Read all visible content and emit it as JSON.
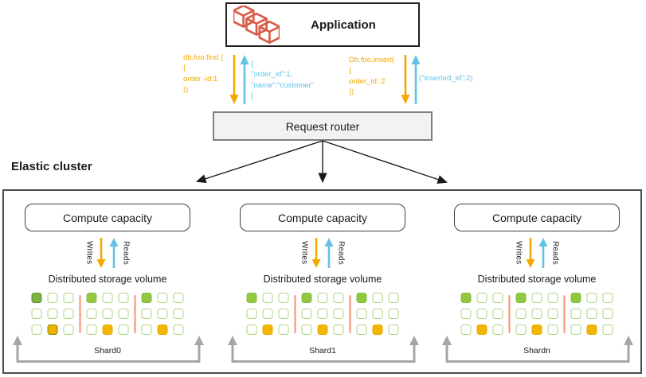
{
  "application": {
    "label": "Application",
    "icon": "application-cubes-icon"
  },
  "queries": {
    "find_request": "db.foo.find (\n{\norder -id:1\n))",
    "find_response": "{\n\"order_id\":1,\n\"name\":\"customer\"\n}",
    "insert_request": "Db.foo.insert(\n{\norder_id: 2\n))",
    "insert_response": "(\"inserted_id\":2)"
  },
  "router": {
    "label": "Request router"
  },
  "cluster": {
    "label": "Elastic cluster",
    "columns": [
      {
        "compute_label": "Compute capacity",
        "writes_label": "Writes",
        "reads_label": "Reads",
        "storage_label": "Distributed storage volume",
        "shard_label": "Shard0",
        "grid": [
          [
            [
              "gd",
              "e",
              "e"
            ],
            [
              "e",
              "e",
              "e"
            ],
            [
              "e",
              "yd",
              "e"
            ]
          ],
          [
            [
              "g",
              "e",
              "e"
            ],
            [
              "e",
              "e",
              "e"
            ],
            [
              "e",
              "y",
              "e"
            ]
          ],
          [
            [
              "g",
              "e",
              "e"
            ],
            [
              "e",
              "e",
              "e"
            ],
            [
              "e",
              "y",
              "e"
            ]
          ]
        ]
      },
      {
        "compute_label": "Compute capacity",
        "writes_label": "Writes",
        "reads_label": "Reads",
        "storage_label": "Distributed storage volume",
        "shard_label": "Shard1",
        "grid": [
          [
            [
              "g",
              "e",
              "e"
            ],
            [
              "e",
              "e",
              "e"
            ],
            [
              "e",
              "y",
              "e"
            ]
          ],
          [
            [
              "g",
              "e",
              "e"
            ],
            [
              "e",
              "e",
              "e"
            ],
            [
              "e",
              "y",
              "e"
            ]
          ],
          [
            [
              "g",
              "e",
              "e"
            ],
            [
              "e",
              "e",
              "e"
            ],
            [
              "e",
              "y",
              "e"
            ]
          ]
        ]
      },
      {
        "compute_label": "Compute capacity",
        "writes_label": "Writes",
        "reads_label": "Reads",
        "storage_label": "Distributed storage volume",
        "shard_label": "Shardn",
        "grid": [
          [
            [
              "g",
              "e",
              "e"
            ],
            [
              "e",
              "e",
              "e"
            ],
            [
              "e",
              "y",
              "e"
            ]
          ],
          [
            [
              "g",
              "e",
              "e"
            ],
            [
              "e",
              "e",
              "e"
            ],
            [
              "e",
              "y",
              "e"
            ]
          ],
          [
            [
              "g",
              "e",
              "e"
            ],
            [
              "e",
              "e",
              "e"
            ],
            [
              "e",
              "y",
              "e"
            ]
          ]
        ]
      }
    ]
  },
  "colors": {
    "accent_orange": "#F5A800",
    "accent_cyan": "#64C2E4",
    "icon_red": "#D85C47",
    "cell_green": "#8CC63F",
    "cell_green_dark": "#7CB342",
    "cell_yellow": "#F2B600",
    "divider_salmon": "#F78E6D",
    "arrow_gray": "#A6A6A6"
  }
}
